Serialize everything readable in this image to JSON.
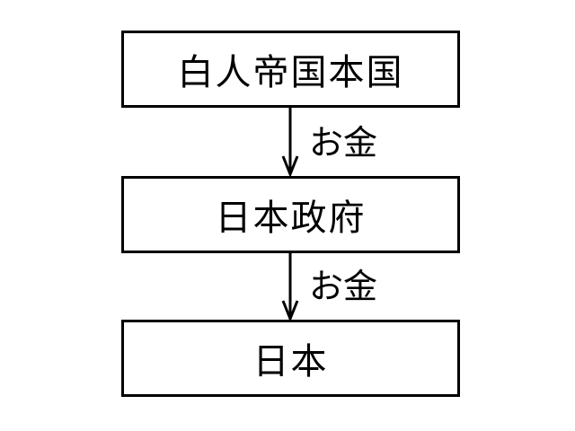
{
  "nodes": [
    {
      "label": "白人帝国本国"
    },
    {
      "label": "日本政府"
    },
    {
      "label": "日本"
    }
  ],
  "edges": [
    {
      "from": "白人帝国本国",
      "to": "日本政府",
      "label": "お金"
    },
    {
      "from": "日本政府",
      "to": "日本",
      "label": "お金"
    }
  ]
}
